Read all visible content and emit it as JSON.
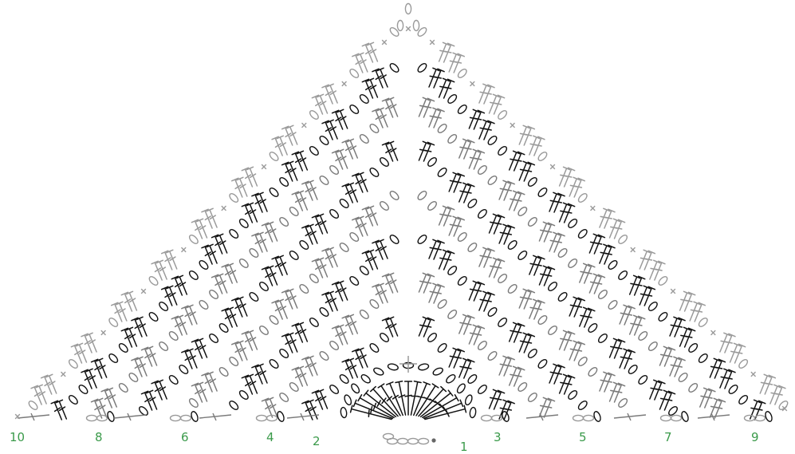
{
  "diagram": {
    "row_labels": [
      "1",
      "2",
      "3",
      "4",
      "5",
      "6",
      "7",
      "8",
      "9",
      "10"
    ],
    "colors": {
      "label": "#3a9a4a",
      "stitch_dark": "#111111",
      "stitch_gray": "#7a7a7a",
      "stitch_light": "#9a9a9a"
    },
    "symbols": [
      "chain-stitch",
      "single-crochet",
      "double-crochet",
      "slip-stitch"
    ]
  }
}
